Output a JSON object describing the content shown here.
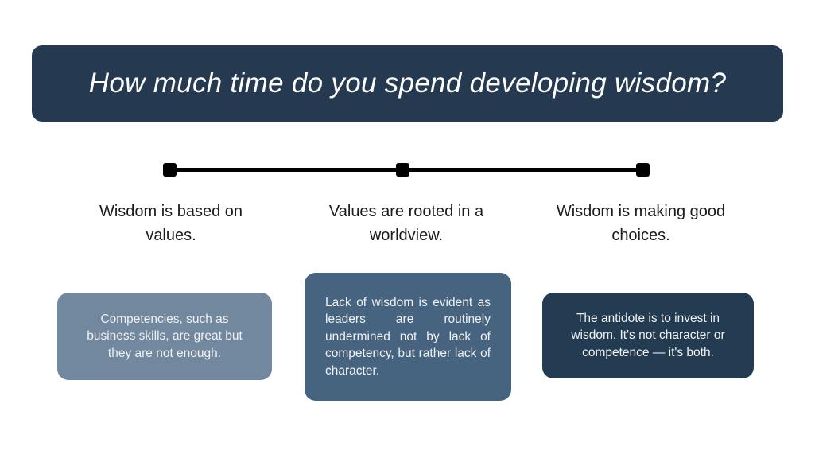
{
  "page": {
    "background_color": "#ffffff"
  },
  "header": {
    "title": "How much time do you spend developing wisdom?",
    "background_color": "#253a50",
    "text_color": "#fdfdfd"
  },
  "timeline": {
    "line_color": "#000000",
    "marker_color": "#000000",
    "marker_count": 3
  },
  "milestones": [
    {
      "label": "Wisdom is based on values.",
      "note": "Competencies, such as business skills, are great but they are not enough.",
      "note_background": "#72889e",
      "note_text_align": "center"
    },
    {
      "label": "Values are rooted in a worldview.",
      "note": "Lack of wisdom is evident as leaders are routinely undermined not by lack of competency, but rather lack of character.",
      "note_background": "#46647f",
      "note_text_align": "justify"
    },
    {
      "label": "Wisdom is making good choices.",
      "note": "The antidote is to invest in wisdom. It's not character or competence — it's both.",
      "note_background": "#233c52",
      "note_text_align": "center"
    }
  ]
}
